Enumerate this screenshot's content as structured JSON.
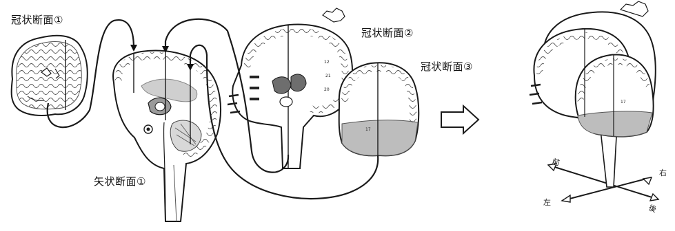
{
  "labels": {
    "coronal_1": "冠状断面①",
    "coronal_2": "冠状断面②",
    "coronal_3": "冠状断面③",
    "sagittal_1": "矢状断面①"
  },
  "axes": {
    "front": "前",
    "back": "後",
    "left": "左",
    "right": "右"
  },
  "colors": {
    "ink": "#1a1a1a",
    "gray_matter": "#bdbdbd",
    "nucleus": "#6e6e6e",
    "paper": "#ffffff"
  }
}
